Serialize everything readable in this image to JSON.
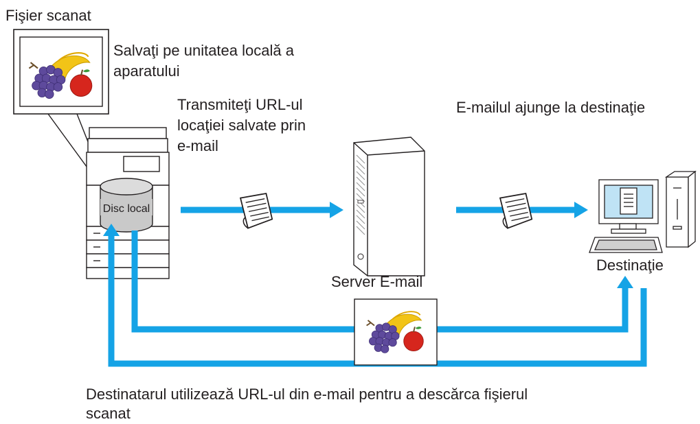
{
  "labels": {
    "scanned_file": "Fişier scanat",
    "save_local_line1": "Salvaţi pe unitatea locală a",
    "save_local_line2": "aparatului",
    "transmit_line1": "Transmiteţi URL-ul",
    "transmit_line2": "locaţiei salvate prin",
    "transmit_line3": "e-mail",
    "email_arrives": "E-mailul ajunge la destinaţie",
    "local_disk": "Disc local",
    "email_server": "Server E-mail",
    "destination": "Destinaţie",
    "download_line1": "Destinatarul utilizează URL-ul din e-mail pentru a descărca fişierul",
    "download_line2": "scanat"
  },
  "colors": {
    "arrow": "#15a3e6",
    "outline": "#231f20",
    "disk_fill": "#c9c9c9",
    "disk_top": "#dcdcdc",
    "grape": "#5e4a9c",
    "banana": "#f2c417",
    "apple": "#d6261d",
    "screen": "#bfe3f5"
  },
  "icons": [
    "scanned-picture-icon",
    "mfp-printer-icon",
    "local-disk-icon",
    "email-document-icon",
    "email-server-tower-icon",
    "desktop-computer-icon",
    "scanned-file-picture-icon"
  ]
}
